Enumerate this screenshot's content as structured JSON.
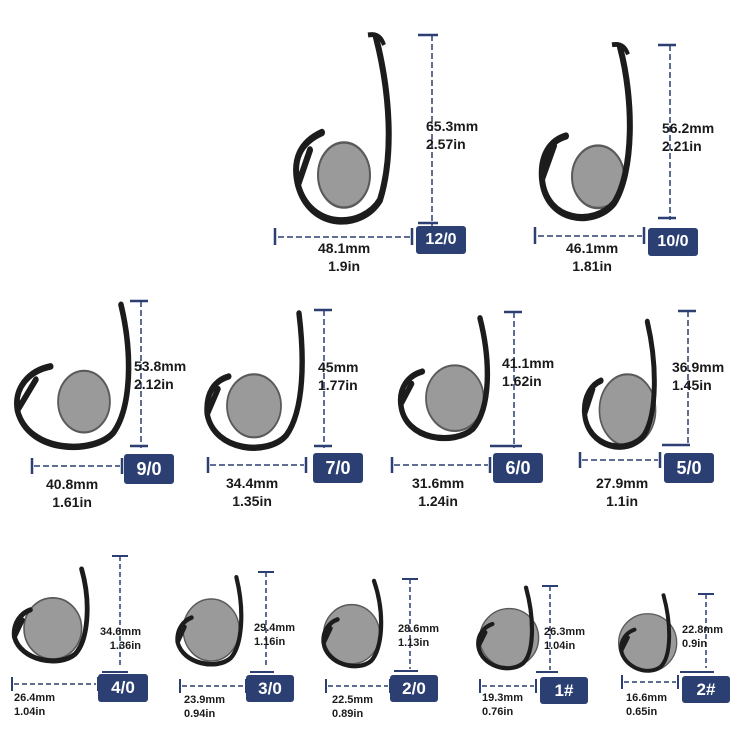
{
  "colors": {
    "badge_background": "#2b3f72",
    "badge_text": "#ffffff",
    "dimension_line": "#2b3f72",
    "hook": "#1c1c1c",
    "coin": "#9a9a9a"
  },
  "hooks": [
    {
      "size": "12/0",
      "length_mm": "65.3mm",
      "length_in": "2.57in",
      "width_mm": "48.1mm",
      "width_in": "1.9in"
    },
    {
      "size": "10/0",
      "length_mm": "56.2mm",
      "length_in": "2.21in",
      "width_mm": "46.1mm",
      "width_in": "1.81in"
    },
    {
      "size": "9/0",
      "length_mm": "53.8mm",
      "length_in": "2.12in",
      "width_mm": "40.8mm",
      "width_in": "1.61in"
    },
    {
      "size": "7/0",
      "length_mm": "45mm",
      "length_in": "1.77in",
      "width_mm": "34.4mm",
      "width_in": "1.35in"
    },
    {
      "size": "6/0",
      "length_mm": "41.1mm",
      "length_in": "1.62in",
      "width_mm": "31.6mm",
      "width_in": "1.24in"
    },
    {
      "size": "5/0",
      "length_mm": "36.9mm",
      "length_in": "1.45in",
      "width_mm": "27.9mm",
      "width_in": "1.1in"
    },
    {
      "size": "4/0",
      "length_mm": "34.6mm",
      "length_in": "1.36in",
      "width_mm": "26.4mm",
      "width_in": "1.04in"
    },
    {
      "size": "3/0",
      "length_mm": "29.4mm",
      "length_in": "1.16in",
      "width_mm": "23.9mm",
      "width_in": "0.94in"
    },
    {
      "size": "2/0",
      "length_mm": "28.6mm",
      "length_in": "1.13in",
      "width_mm": "22.5mm",
      "width_in": "0.89in"
    },
    {
      "size": "1#",
      "length_mm": "26.3mm",
      "length_in": "1.04in",
      "width_mm": "19.3mm",
      "width_in": "0.76in"
    },
    {
      "size": "2#",
      "length_mm": "22.8mm",
      "length_in": "0.9in",
      "width_mm": "16.6mm",
      "width_in": "0.65in"
    }
  ]
}
